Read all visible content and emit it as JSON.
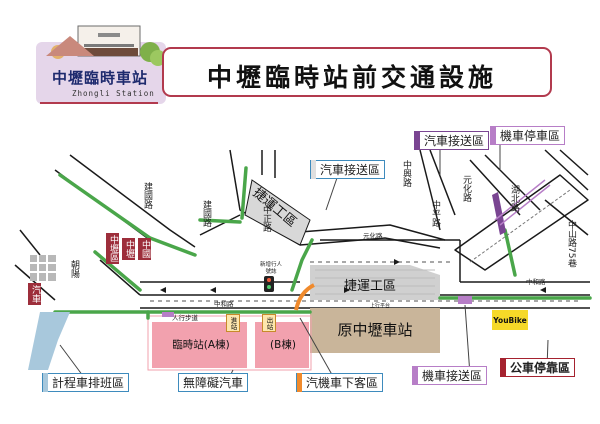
{
  "header": {
    "title": "中壢臨時站前交通設施",
    "station_name": "中壢臨時車站",
    "station_name_en": "Zhongli Station"
  },
  "roads": {
    "zhonghe": "中和路",
    "zhonghe_east": "中和路",
    "yuanhua": "元化路",
    "zhongping": "中平路",
    "zhongzheng": "中正路",
    "jianguo": "建國路",
    "jianguo2": "建國路",
    "chaojian": "朝陽",
    "zhongxing": "中興路",
    "zhongshan": "中山路75巷",
    "hubei": "湖北路",
    "yuanhua_st": "元化路",
    "sidewalk": "人行步道",
    "elevated": "上行平台"
  },
  "areas": {
    "mrt_works_upper": "捷運工區",
    "mrt_works_main": "捷運工區",
    "old_station": "原中壢車站",
    "temp_a": "臨時站(A棟)",
    "temp_b": "(B棟)",
    "youbike": "YouBike",
    "entrance": "進站",
    "exit": "出站",
    "ped_signal": "新增行人號誌"
  },
  "signs": {
    "s1": "中壢區",
    "s2": "中壢",
    "s3": "中國",
    "s4": "汽車"
  },
  "labels": {
    "car_dropoff_top": "汽車接送區",
    "car_dropoff_right": "汽車接送區",
    "scooter_parking": "機車停車區",
    "taxi": "計程車排班區",
    "accessible": "無障礙汽車",
    "car_scooter_dropoff": "汽機車下客區",
    "scooter_dropoff": "機車接送區",
    "bus": "公車停靠區"
  },
  "colors": {
    "frame": "#b23a4e",
    "road_outline": "#1a1a1a",
    "green_path": "#4aa64a",
    "mrt_zone": "#d0d0d0",
    "old_station": "#c9b59a",
    "temp_station": "#f2a1ae",
    "purple": "#7a4592",
    "orange": "#f08a2c",
    "blue_label": "#3e8bbd",
    "bus_red": "#a5222f",
    "youbike_yellow": "#f6d928"
  }
}
